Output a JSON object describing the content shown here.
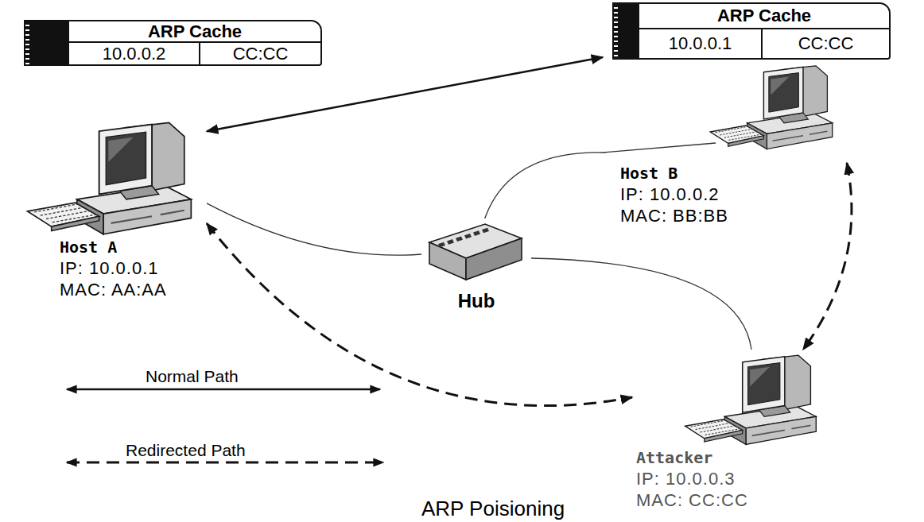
{
  "diagram": {
    "caption": "ARP Poisioning",
    "nodes": [
      {
        "text": [
          "ARP Cache",
          "10.0.0.2",
          "CC:CC"
        ]
      },
      {
        "text": [
          "ARP Cache",
          "10.0.0.1",
          "CC:CC"
        ]
      },
      {
        "text": [
          "Host A",
          "IP: 10.0.0.1",
          "MAC: AA:AA"
        ]
      },
      {
        "text": [
          "Host B",
          "IP: 10.0.0.2",
          "MAC: BB:BB"
        ]
      },
      {
        "text": [
          "Hub"
        ]
      },
      {
        "text": [
          "Attacker",
          "IP: 10.0.0.3",
          "MAC: CC:CC"
        ]
      }
    ],
    "edges": [
      {
        "from": 2,
        "to": 3,
        "arrow": "both"
      },
      {
        "from": 2,
        "to": 5,
        "arrow": "both"
      },
      {
        "from": 3,
        "to": 5,
        "arrow": "both"
      },
      {
        "from": 2,
        "to": 4,
        "arrow": "none"
      },
      {
        "from": 3,
        "to": 4,
        "arrow": "none"
      },
      {
        "from": 5,
        "to": 4,
        "arrow": "none"
      }
    ],
    "legend": [
      {
        "text": "Normal Path"
      },
      {
        "text": "Redirected Path"
      }
    ]
  }
}
